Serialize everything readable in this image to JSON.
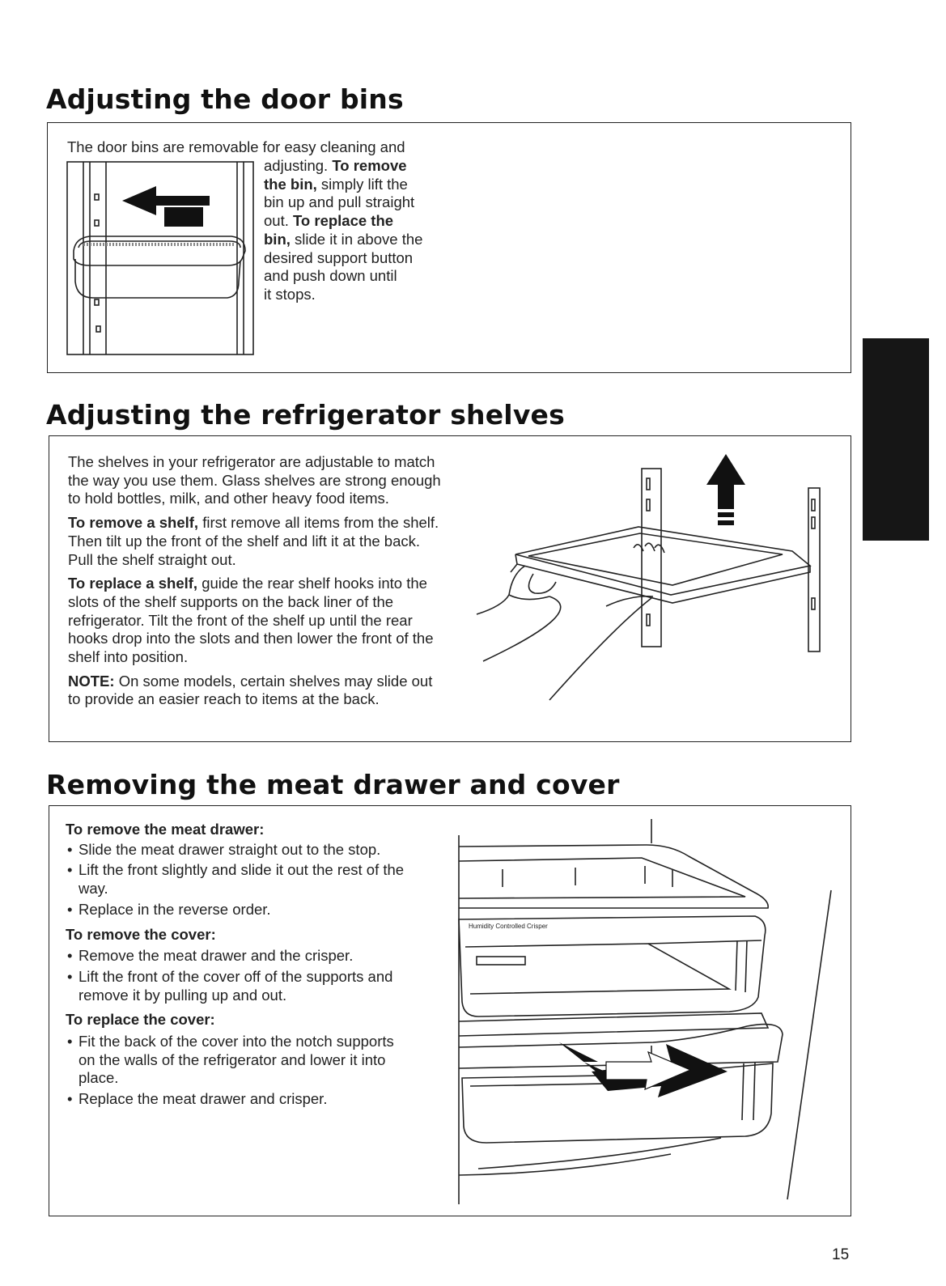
{
  "sections": {
    "door_bins": {
      "title": "Adjusting the door bins",
      "intro": "The door bins are removable for easy cleaning and",
      "line1": "adjusting.",
      "line1_b": "To remove",
      "line2_b": "the bin,",
      "line2": "simply lift the",
      "line3": "bin up and pull straight",
      "line4": "out.",
      "line4_b": "To replace the",
      "line5_b": "bin,",
      "line5": "slide it in above the",
      "line6": "desired support button",
      "line7": "and push down until",
      "line8": "it stops."
    },
    "shelves": {
      "title": "Adjusting the refrigerator shelves",
      "p1": "The shelves in your refrigerator are adjustable to match the way you use them. Glass shelves are strong enough to hold bottles, milk, and other heavy food items.",
      "p2_lead": "To remove a shelf,",
      "p2": "first remove all items from the shelf. Then tilt up the front of the shelf and lift it at the back. Pull the shelf straight out.",
      "p3_lead": "To replace a shelf,",
      "p3": "guide the rear shelf hooks into the slots of the shelf supports on the back liner of the refrigerator. Tilt the front of the shelf up until the rear hooks drop into the slots and then lower the front of the shelf into position.",
      "p4_lead": "NOTE:",
      "p4": "On some models, certain shelves may slide out to provide an easier reach to items at the back."
    },
    "meat_drawer": {
      "title": "Removing the meat drawer and cover",
      "remove_drawer_heading": "To remove the meat drawer:",
      "remove_drawer_steps": [
        "Slide the meat drawer straight out to the stop.",
        "Lift the front slightly and slide it out the rest of the way.",
        "Replace in the reverse order."
      ],
      "remove_cover_heading": "To remove the cover:",
      "remove_cover_steps": [
        "Remove the meat drawer and the crisper.",
        "Lift the front of the cover off of the supports and remove it by pulling up and out."
      ],
      "replace_cover_heading": "To replace the cover:",
      "replace_cover_steps": [
        "Fit the back of the cover into the notch supports on the walls of the refrigerator and lower it into place.",
        "Replace the meat drawer and crisper."
      ],
      "crisper_label": "Humidity Controlled Crisper"
    }
  },
  "page_number": "15"
}
